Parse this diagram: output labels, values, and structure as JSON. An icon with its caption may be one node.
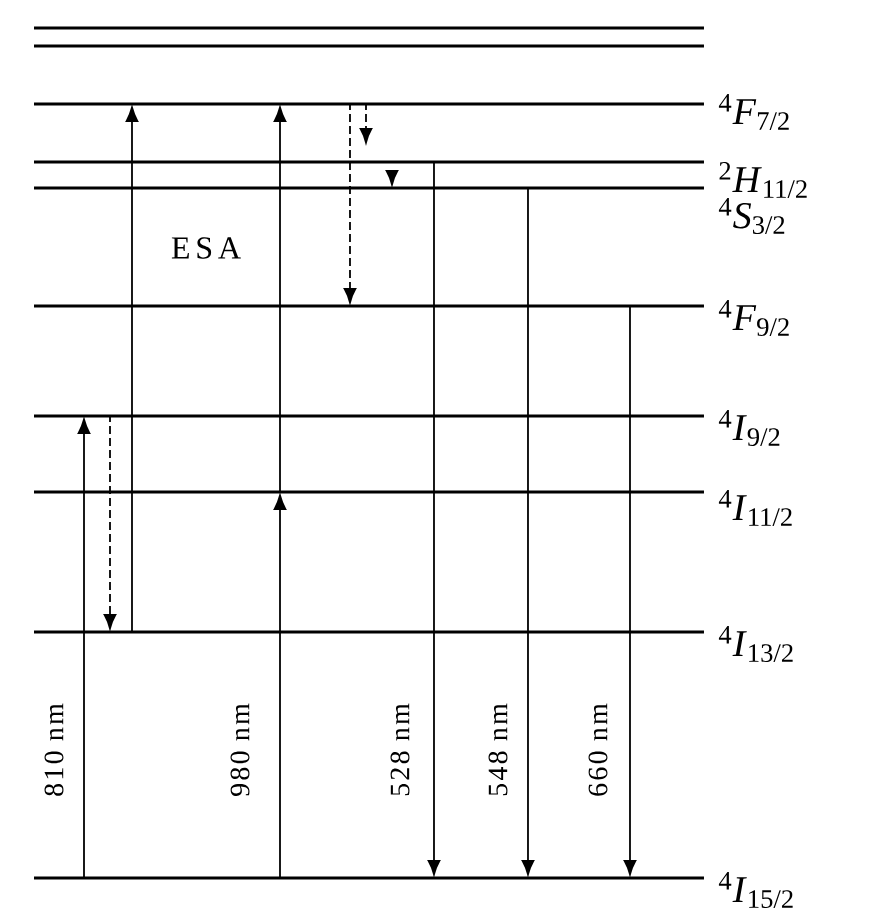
{
  "diagram": {
    "nodes": [
      {
        "text": [],
        "shape": "bar"
      },
      {
        "text": [],
        "shape": "bar"
      },
      {
        "text": [
          "$^{4}$*F*$_{7/2}$"
        ]
      },
      {
        "text": [
          "$^{2}$*H*$_{11/2}$"
        ]
      },
      {
        "text": [
          "$^{4}$*S*$_{3/2}$"
        ]
      },
      {
        "text": [
          "$^{4}$*F*$_{9/2}$"
        ]
      },
      {
        "text": [
          "$^{4}$*I*$_{9/2}$"
        ]
      },
      {
        "text": [
          "$^{4}$*I*$_{11/2}$"
        ]
      },
      {
        "text": [
          "$^{4}$*I*$_{13/2}$"
        ]
      },
      {
        "text": [
          "$^{4}$*I*$_{15/2}$"
        ]
      }
    ],
    "edges": [
      {
        "from": 9,
        "to": 6,
        "arrow": "to",
        "label": "810 nm"
      },
      {
        "from": 6,
        "to": 8,
        "arrow": "to",
        "style": "dashed"
      },
      {
        "from": 8,
        "to": 2,
        "arrow": "to"
      },
      {
        "from": 9,
        "to": 7,
        "arrow": "to",
        "label": "980 nm"
      },
      {
        "from": 7,
        "to": 2,
        "arrow": "to"
      },
      {
        "from": 2,
        "to": 5,
        "arrow": "to",
        "style": "dashed"
      },
      {
        "from": 2,
        "to": 3,
        "arrow": "to",
        "style": "dashed"
      },
      {
        "from": 3,
        "to": 4,
        "arrow": "to",
        "style": "dashed"
      },
      {
        "from": 3,
        "to": 9,
        "arrow": "to",
        "label": "528 nm"
      },
      {
        "from": 4,
        "to": 9,
        "arrow": "to",
        "label": "548 nm"
      },
      {
        "from": 5,
        "to": 9,
        "arrow": "to",
        "label": "660 nm"
      }
    ],
    "labels": [
      "ESA"
    ]
  }
}
